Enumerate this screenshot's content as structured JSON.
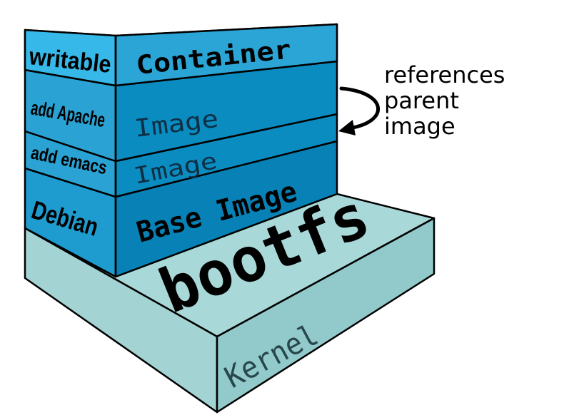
{
  "layers": {
    "container": {
      "side_label": "writable",
      "front_label": "Container"
    },
    "apache": {
      "side_label": "add Apache",
      "front_label": "Image"
    },
    "emacs": {
      "side_label": "add emacs",
      "front_label": "Image"
    },
    "base": {
      "side_label": "Debian",
      "front_label": "Base Image"
    }
  },
  "bootfs": {
    "label": "bootfs"
  },
  "kernel": {
    "label": "Kernel"
  },
  "annotation": {
    "line1": "references",
    "line2": "parent",
    "line3": "image"
  },
  "colors": {
    "container_side": "#36b8e8",
    "container_front": "#2aa5d6",
    "container_top": "#4cc3ee",
    "image_side": "#2aa3d4",
    "image_front": "#0b8cc0",
    "base_side": "#1f9ccf",
    "base_front": "#0882b6",
    "bootfs_top": "#a9d8d8",
    "bootfs_side": "#9ccdce",
    "kernel_front": "#92c9ca",
    "kernel_side": "#a4d3d3"
  }
}
